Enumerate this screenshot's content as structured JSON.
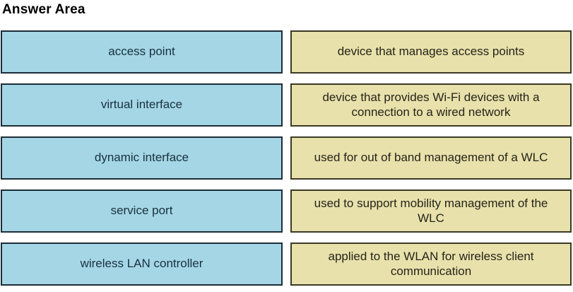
{
  "title": "Answer Area",
  "colors": {
    "background": "#ffffff",
    "term_fill": "#a5d6e6",
    "term_border": "#1b2d36",
    "term_text": "#17313c",
    "definition_fill": "#e9e1ab",
    "definition_border": "#3b3a25",
    "definition_text": "#24241a"
  },
  "rows": [
    {
      "term": "access point",
      "definition": "device that manages access points"
    },
    {
      "term": "virtual interface",
      "definition": "device that provides Wi-Fi devices with a connection to a wired network"
    },
    {
      "term": "dynamic interface",
      "definition": "used for out of band management of a WLC"
    },
    {
      "term": "service port",
      "definition": "used to support mobility management of the WLC"
    },
    {
      "term": "wireless LAN controller",
      "definition": "applied to the WLAN for wireless client communication"
    }
  ]
}
